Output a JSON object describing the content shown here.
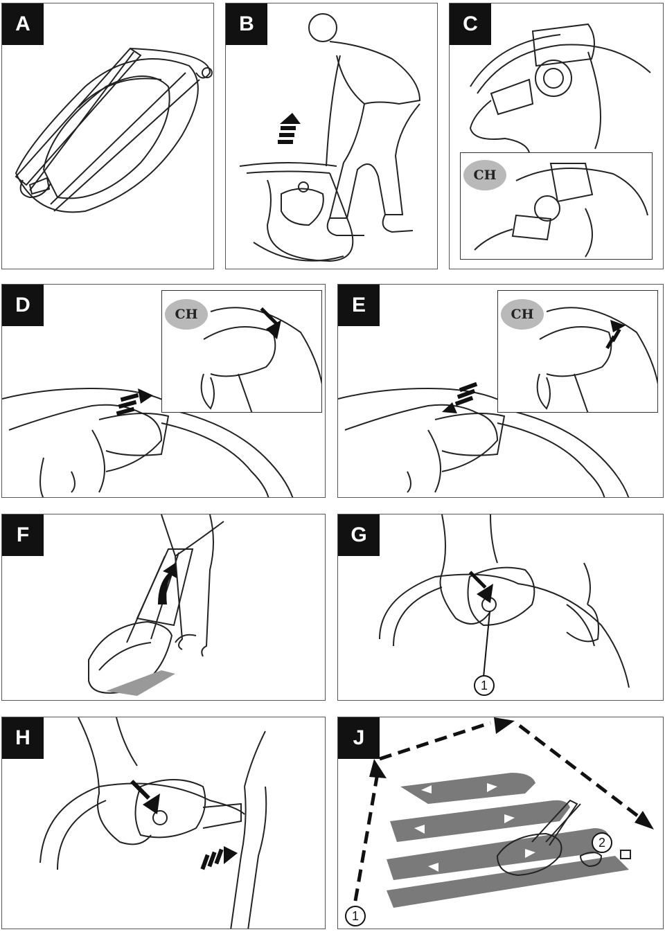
{
  "panels": {
    "a": {
      "label": "A"
    },
    "b": {
      "label": "B"
    },
    "c": {
      "label": "C",
      "inset_badge": "CH"
    },
    "d": {
      "label": "D",
      "inset_badge": "CH"
    },
    "e": {
      "label": "E",
      "inset_badge": "CH"
    },
    "f": {
      "label": "F"
    },
    "g": {
      "label": "G",
      "callout": "1"
    },
    "h": {
      "label": "H"
    },
    "j": {
      "label": "J",
      "callout_start": "1",
      "callout_cable": "2"
    }
  },
  "colors": {
    "line": "#222222",
    "lawn_strip": "#7a7a7a",
    "badge": "#b9b9b9",
    "label_bg": "#111111"
  }
}
